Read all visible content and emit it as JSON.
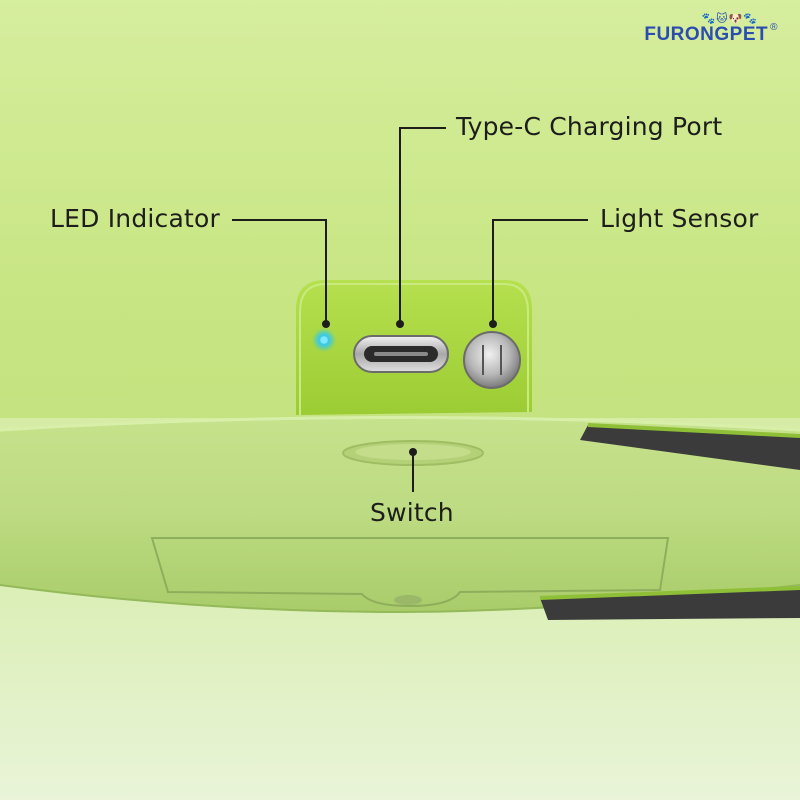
{
  "brand": {
    "name": "FURONGPET",
    "registered_mark": "®",
    "pet_icons": "🐾🐱🐶🐾"
  },
  "callouts": {
    "type_c": "Type-C Charging Port",
    "led": "LED Indicator",
    "light_sensor": "Light Sensor",
    "switch": "Switch"
  },
  "colors": {
    "body_green": "#a9d63f",
    "led_blue": "#35c9e8",
    "brand_blue": "#2a4db0",
    "label_text": "#1d1d1b"
  }
}
